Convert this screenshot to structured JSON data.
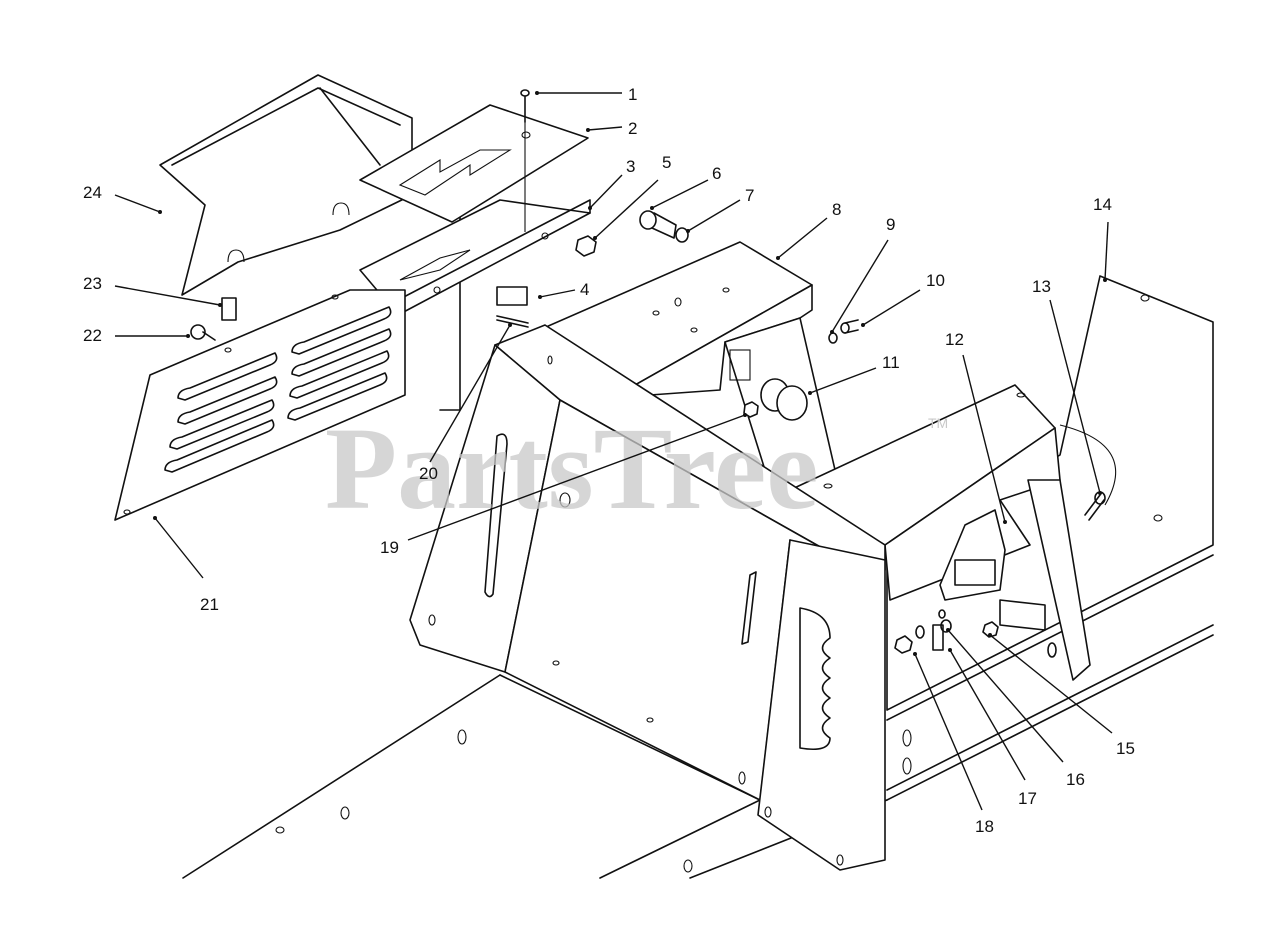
{
  "watermark": {
    "text": "PartsTree",
    "mark": "TM"
  },
  "callouts": [
    {
      "id": "c1",
      "label": "1"
    },
    {
      "id": "c2",
      "label": "2"
    },
    {
      "id": "c3",
      "label": "3"
    },
    {
      "id": "c4",
      "label": "4"
    },
    {
      "id": "c5",
      "label": "5"
    },
    {
      "id": "c6",
      "label": "6"
    },
    {
      "id": "c7",
      "label": "7"
    },
    {
      "id": "c8",
      "label": "8"
    },
    {
      "id": "c9",
      "label": "9"
    },
    {
      "id": "c10",
      "label": "10"
    },
    {
      "id": "c11",
      "label": "11"
    },
    {
      "id": "c12",
      "label": "12"
    },
    {
      "id": "c13",
      "label": "13"
    },
    {
      "id": "c14",
      "label": "14"
    },
    {
      "id": "c15",
      "label": "15"
    },
    {
      "id": "c16",
      "label": "16"
    },
    {
      "id": "c17",
      "label": "17"
    },
    {
      "id": "c18",
      "label": "18"
    },
    {
      "id": "c19",
      "label": "19"
    },
    {
      "id": "c20",
      "label": "20"
    },
    {
      "id": "c21",
      "label": "21"
    },
    {
      "id": "c22",
      "label": "22"
    },
    {
      "id": "c23",
      "label": "23"
    },
    {
      "id": "c24",
      "label": "24"
    }
  ]
}
